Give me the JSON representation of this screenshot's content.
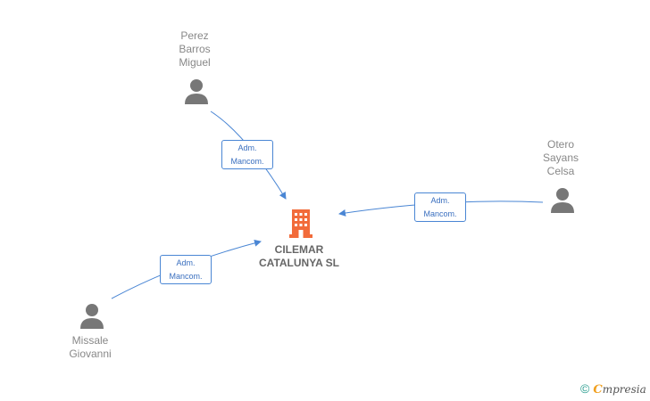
{
  "company": {
    "name": "CILEMAR\nCATALUNYA SL",
    "icon": "building-icon",
    "color": "#f26b3a"
  },
  "people": [
    {
      "id": "perez",
      "name": "Perez\nBarros\nMiguel",
      "role": "Adm.\nMancom.",
      "icon": "person-icon"
    },
    {
      "id": "otero",
      "name": "Otero\nSayans\nCelsa",
      "role": "Adm.\nMancom.",
      "icon": "person-icon"
    },
    {
      "id": "missale",
      "name": "Missale\nGiovanni",
      "role": "Adm.\nMancom.",
      "icon": "person-icon"
    }
  ],
  "colors": {
    "edge": "#4a86d4",
    "person": "#777777",
    "role_text": "#3a6fbf"
  },
  "footer": {
    "copyright": "©",
    "brand_first": "C",
    "brand_rest": "mpresia"
  }
}
